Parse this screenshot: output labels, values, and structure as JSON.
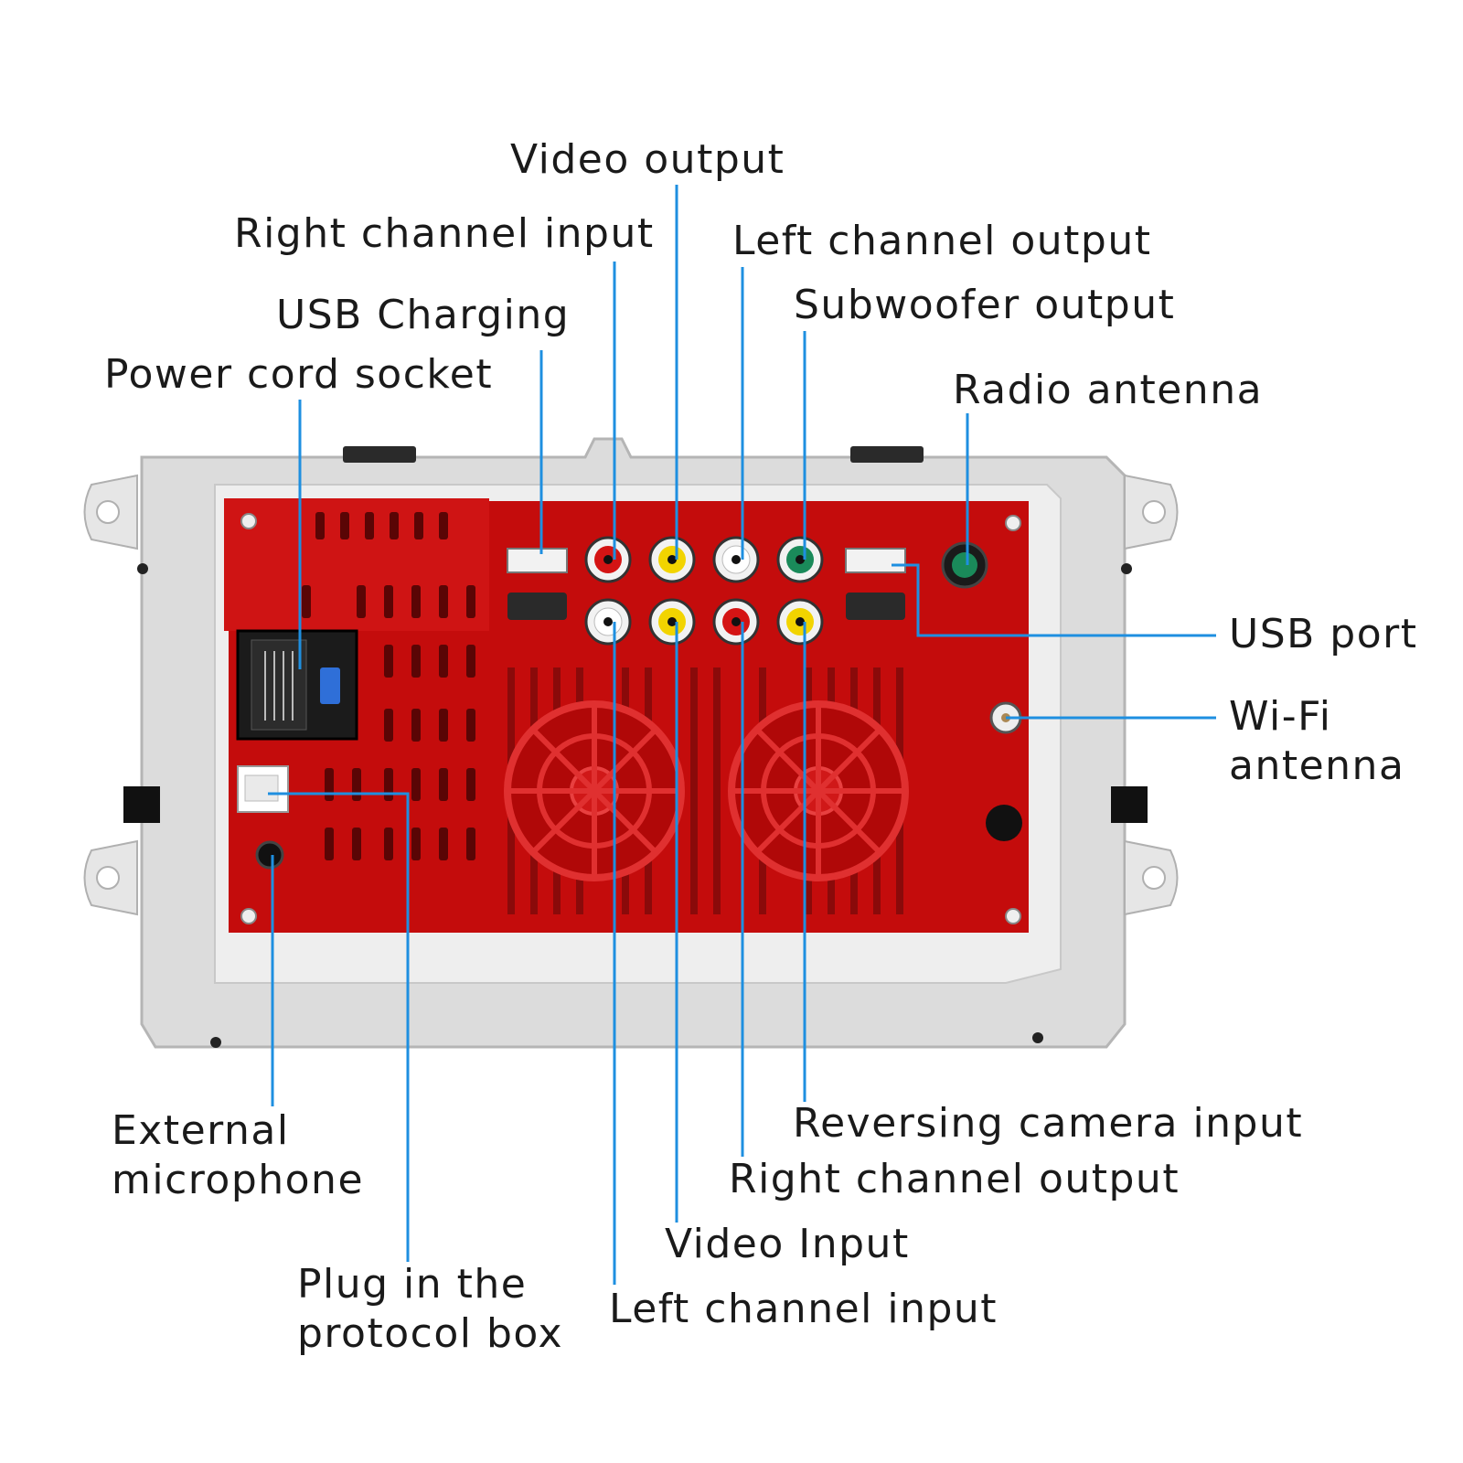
{
  "labels": {
    "video_output": "Video output",
    "right_channel_input": "Right channel input",
    "left_channel_output": "Left channel output",
    "usb_charging": "USB Charging",
    "subwoofer_output": "Subwoofer output",
    "power_cord_socket": "Power cord socket",
    "radio_antenna": "Radio antenna",
    "usb_port": "USB port",
    "wifi_antenna": "Wi-Fi\nantenna",
    "external_microphone": "External\nmicrophone",
    "plug_protocol_box": "Plug in the\nprotocol box",
    "reversing_camera_input": "Reversing camera input",
    "right_channel_output": "Right channel output",
    "video_input": "Video Input",
    "left_channel_input": "Left channel input"
  },
  "colors": {
    "leader_line": "#1e8fe0",
    "housing": "#d9d9d9",
    "panel_red": "#c40c0c",
    "rca_red": "#d41414",
    "rca_yellow": "#f2d400",
    "rca_white": "#f2f2f2",
    "rca_green": "#1a8a5a"
  }
}
